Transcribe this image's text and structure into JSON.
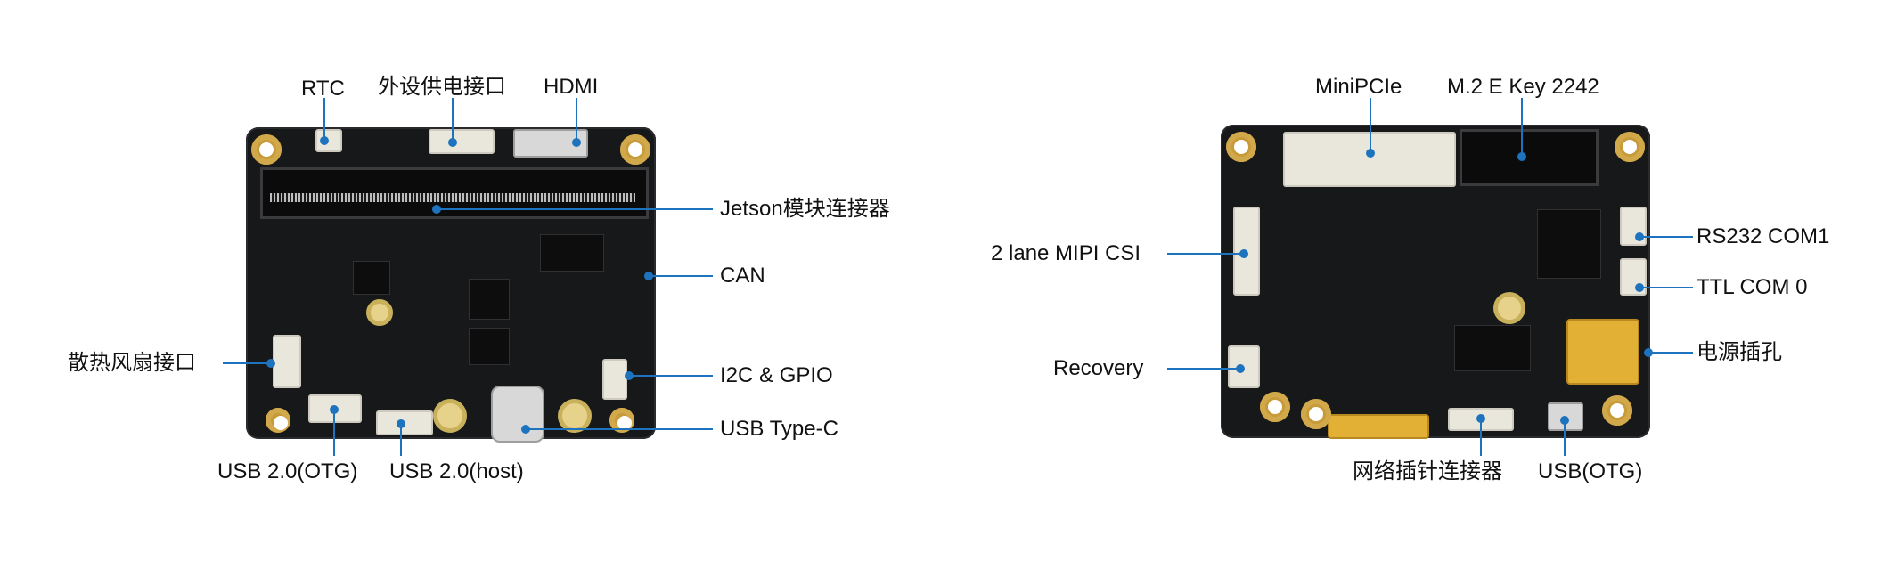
{
  "left_board": {
    "labels": {
      "rtc": "RTC",
      "power_out": "外设供电接口",
      "hdmi": "HDMI",
      "jetson": "Jetson模块连接器",
      "can": "CAN",
      "fan": "散热风扇接口",
      "i2c_gpio": "I2C & GPIO",
      "usb_typec": "USB Type-C",
      "usb_otg": "USB 2.0(OTG)",
      "usb_host": "USB 2.0(host)"
    }
  },
  "right_board": {
    "labels": {
      "minipcie": "MiniPCIe",
      "m2": "M.2 E Key 2242",
      "mipi": "2 lane MIPI CSI",
      "rs232": "RS232 COM1",
      "ttl": "TTL COM 0",
      "power_jack": "电源插孔",
      "recovery": "Recovery",
      "network": "网络插针连接器",
      "usb_otg": "USB(OTG)"
    }
  },
  "colors": {
    "leader_line": "#1e73be",
    "board": "#17181a",
    "gold": "#e2b034"
  }
}
